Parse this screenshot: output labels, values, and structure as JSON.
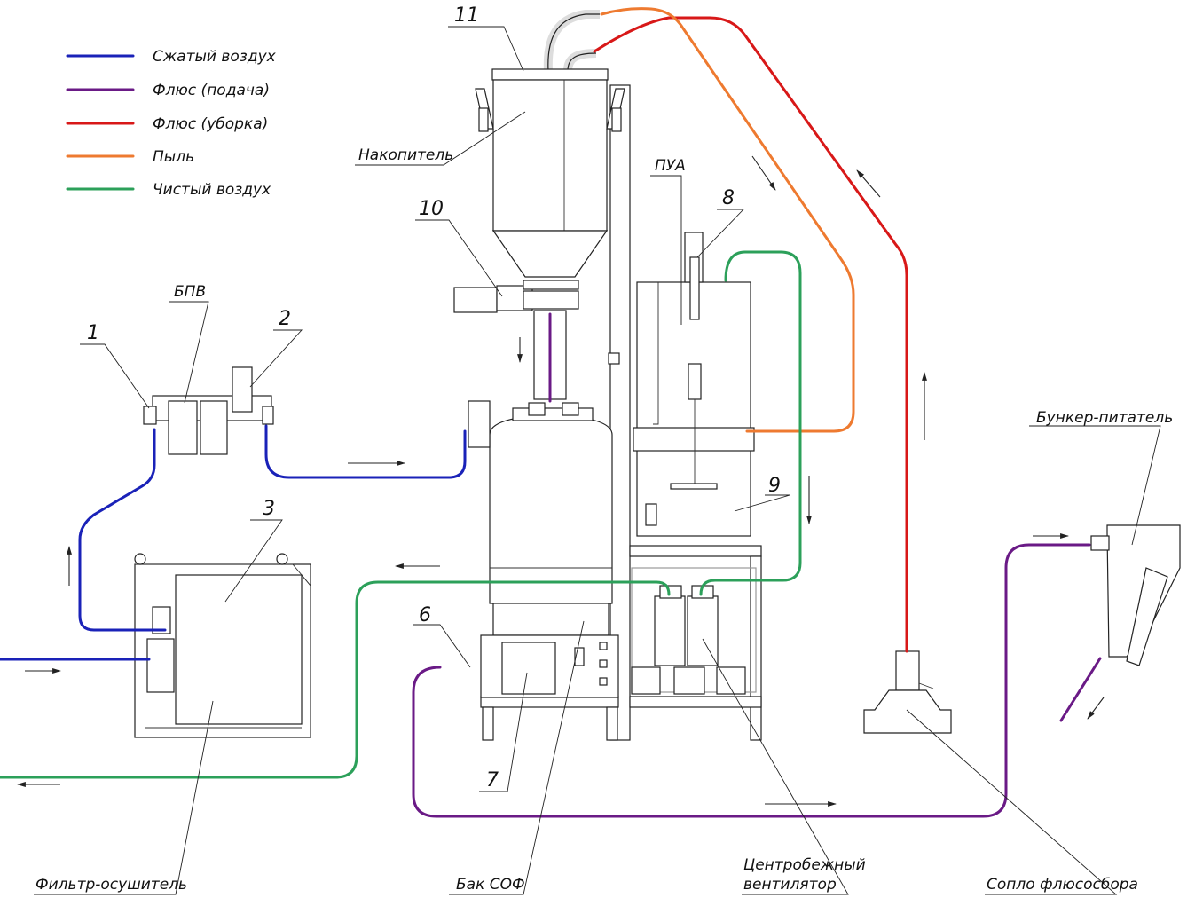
{
  "legend": [
    {
      "label": "Сжатый воздух",
      "color": "#1a22b8"
    },
    {
      "label": "Флюс (подача)",
      "color": "#6a1a86"
    },
    {
      "label": "Флюс (уборка)",
      "color": "#d81818"
    },
    {
      "label": "Пыль",
      "color": "#ee7a30"
    },
    {
      "label": "Чистый воздух",
      "color": "#2ca05a"
    }
  ],
  "labels": {
    "nakopitel": "Накопитель",
    "pua": "ПУА",
    "bpv": "БПВ",
    "bunker": "Бункер-питатель",
    "filter": "Фильтр-осушитель",
    "bak": "Бак СОФ",
    "fan_line1": "Центробежный",
    "fan_line2": "вентилятор",
    "soplo": "Сопло флюсосбора"
  },
  "numbers": {
    "n1": "1",
    "n2": "2",
    "n3": "3",
    "n6": "6",
    "n7": "7",
    "n8": "8",
    "n9": "9",
    "n10": "10",
    "n11": "11"
  }
}
